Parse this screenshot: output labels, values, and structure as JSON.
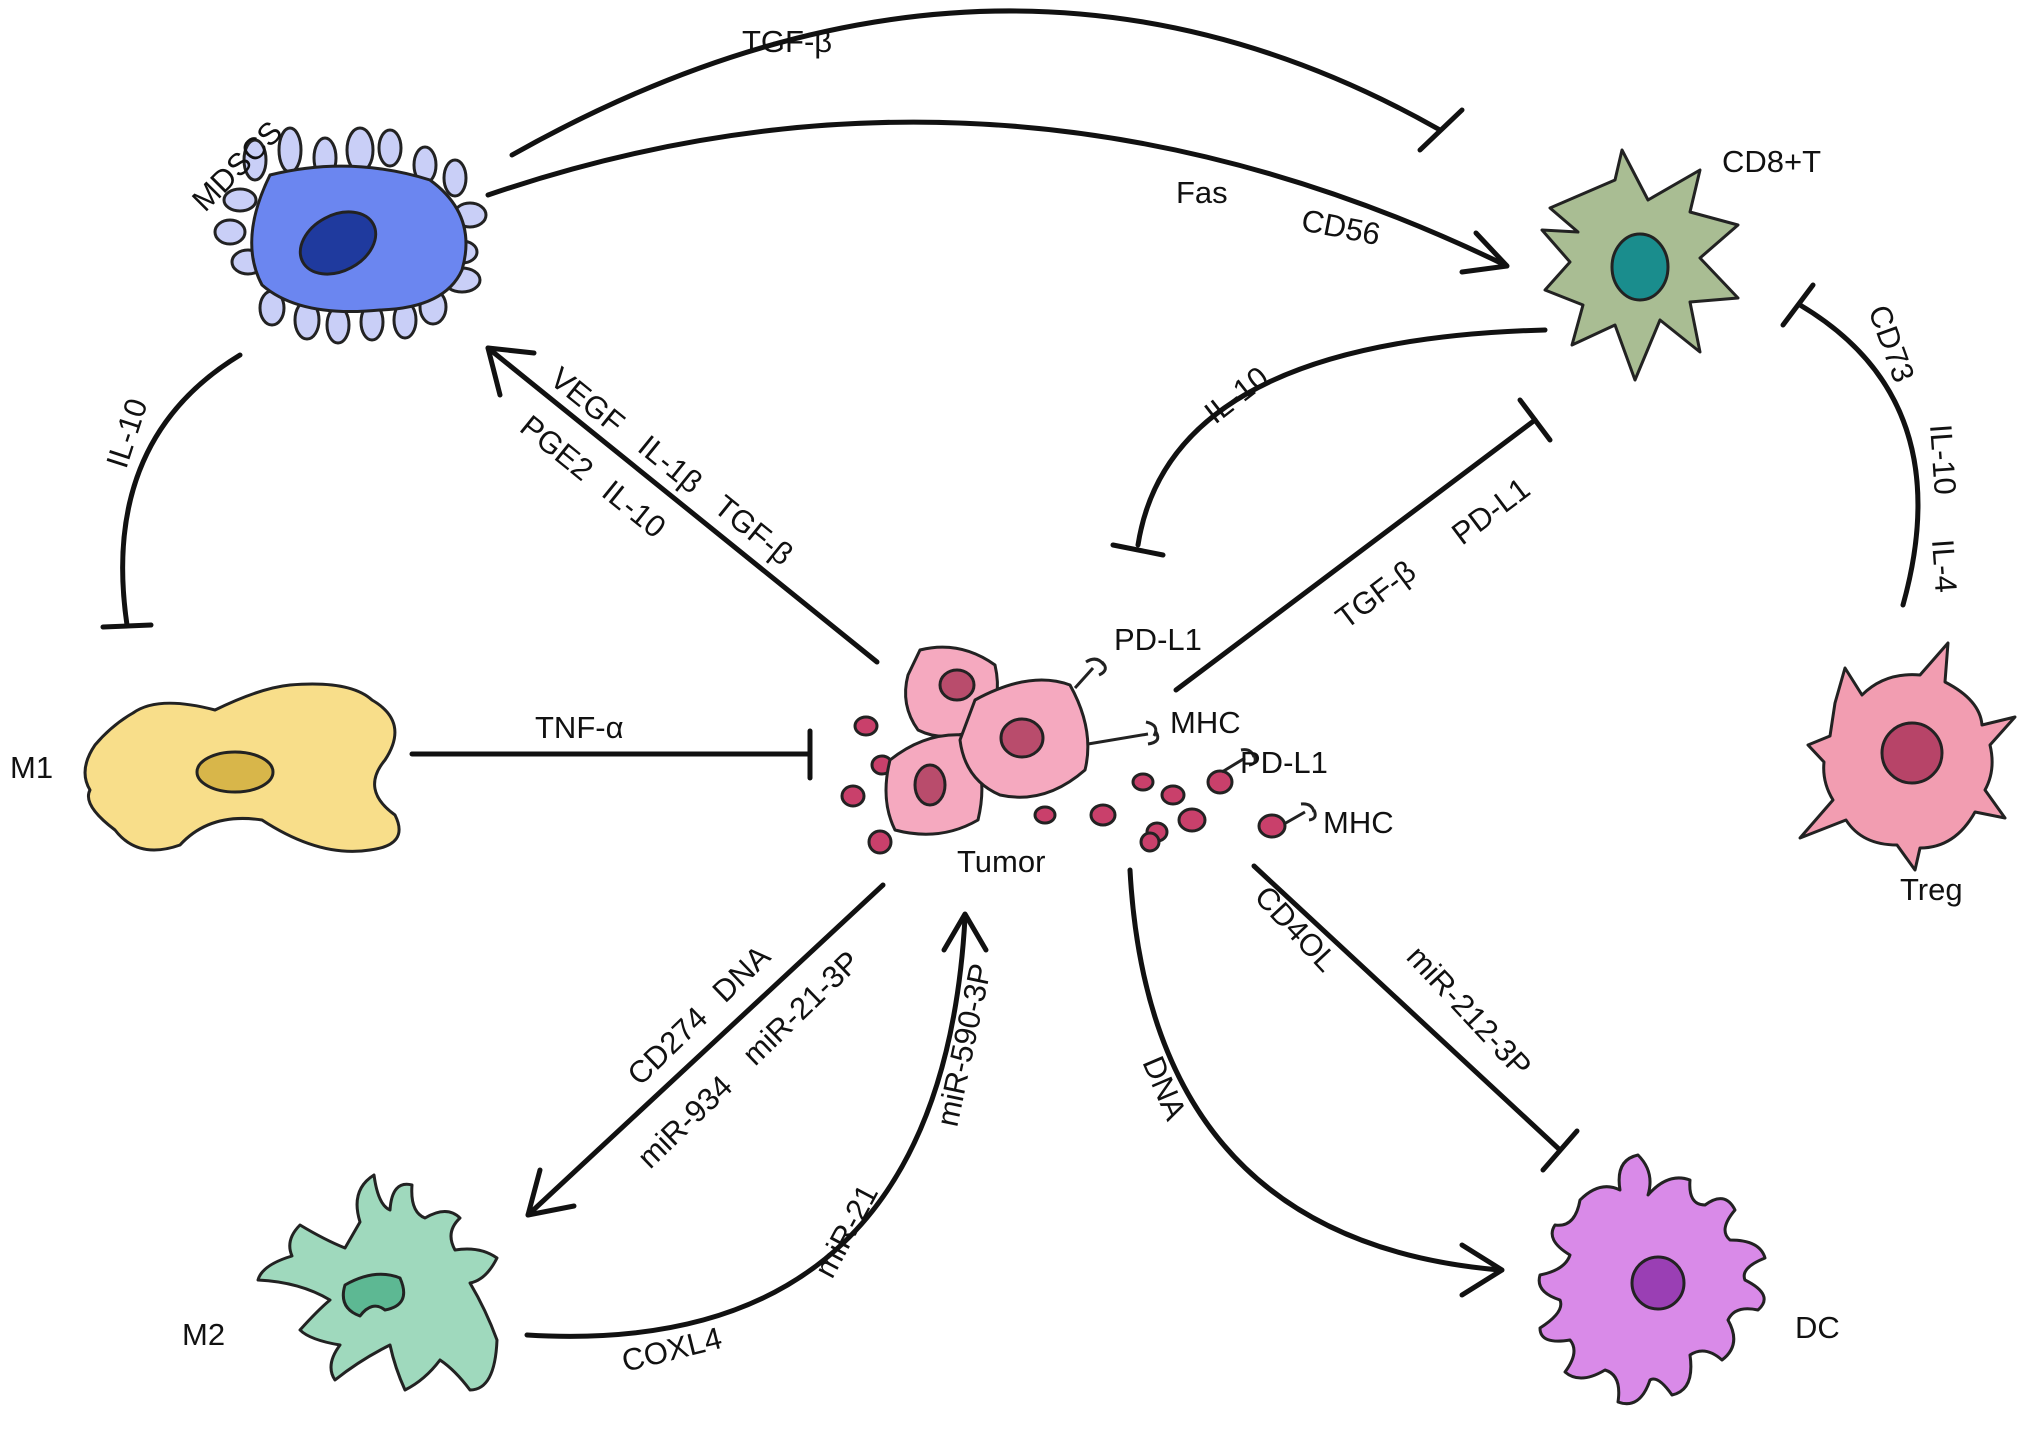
{
  "cells": {
    "mdscs": "MDSCS",
    "cd8t": "CD8+T",
    "m1": "M1",
    "tumor": "Tumor",
    "treg": "Treg",
    "m2": "M2",
    "dc": "DC"
  },
  "tumor_markers": {
    "pdl1_a": "PD-L1",
    "mhc_a": "MHC",
    "pdl1_b": "PD-L1",
    "mhc_b": "MHC"
  },
  "edges": {
    "mdscs_cd8": {
      "tgfb": "TGF-β",
      "fas": "Fas",
      "cd56": "CD56"
    },
    "mdscs_m1": {
      "il10": "IL-10"
    },
    "tumor_mdscs": {
      "vegf": "VEGF",
      "il1b": "IL-1β",
      "pge2": "PGE2",
      "il10": "IL-10",
      "tgfb": "TGF-β"
    },
    "cd8_tumor": {
      "il10": "IL-10"
    },
    "tumor_cd8": {
      "tgfb": "TGF-β",
      "pdl1": "PD-L1"
    },
    "treg_cd8": {
      "cd73": "CD73",
      "il10": "IL-10",
      "il4": "IL-4"
    },
    "m1_tumor": {
      "tnfa": "TNF-α"
    },
    "tumor_m2": {
      "cd274": "CD274",
      "dna": "DNA",
      "mir934": "miR-934",
      "mir21_3p": "miR-21-3P"
    },
    "m2_tumor": {
      "coxl4": "COXL4",
      "mir21": "miR-21",
      "mir590": "miR-590-3P"
    },
    "tumor_dc": {
      "dna": "DNA",
      "cd40l": "CD4OL",
      "mir212": "miR-212-3P"
    }
  },
  "colors": {
    "mdscs": "#6b86f0",
    "mdscs_nucleus": "#1f3a9e",
    "cd8t": "#a9bd93",
    "cd8t_nucleus": "#1a8d8d",
    "m1": "#f8de8a",
    "m1_nucleus": "#d8b64a",
    "tumor": "#f5a9bf",
    "tumor_nucleus": "#b94c6c",
    "treg": "#f29db1",
    "treg_nucleus": "#b74468",
    "m2": "#9fd9bd",
    "m2_nucleus": "#5db893",
    "dc": "#d98ae8",
    "dc_nucleus": "#9a3fb4"
  }
}
